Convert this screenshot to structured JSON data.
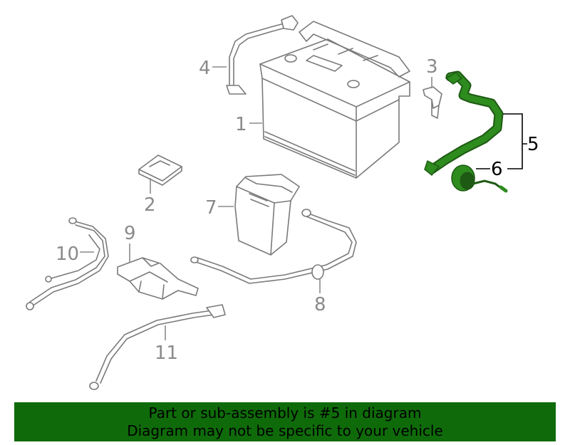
{
  "diagram": {
    "callouts": {
      "c1": "1",
      "c2": "2",
      "c3": "3",
      "c4": "4",
      "c5": "5",
      "c6": "6",
      "c7": "7",
      "c8": "8",
      "c9": "9",
      "c10": "10",
      "c11": "11"
    },
    "highlight_color": "#2e8b1e",
    "line_color": "#7a7a7a"
  },
  "banner": {
    "line1": "Part or sub-assembly is #5 in diagram",
    "line2": "Diagram may not be specific to your vehicle",
    "background": "#0f6b0a"
  }
}
